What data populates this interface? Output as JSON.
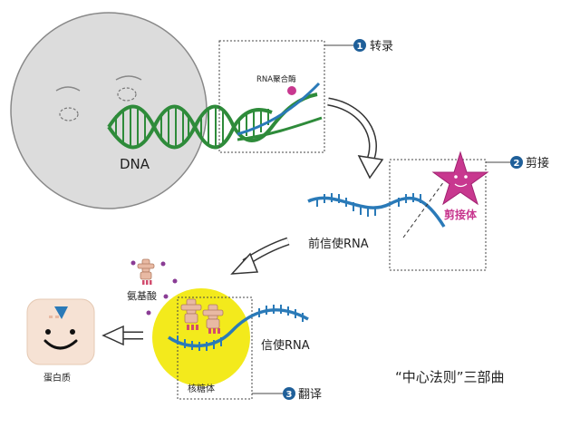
{
  "labels": {
    "dna": "DNA",
    "rna_polymerase": "RNA聚合酶",
    "pre_mrna": "前信使RNA",
    "mrna": "信使RNA",
    "spliceosome": "剪接体",
    "amino_acid": "氨基酸",
    "ribosome": "核糖体",
    "protein": "蛋白质",
    "caption": "“中心法则”三部曲"
  },
  "steps": [
    {
      "num": "1",
      "label": "转录"
    },
    {
      "num": "2",
      "label": "剪接"
    },
    {
      "num": "3",
      "label": "翻译"
    }
  ],
  "colors": {
    "dna_green": "#2e8b3a",
    "rna_blue": "#2a7ab8",
    "step_badge": "#1f5f99",
    "nucleus": "#d9d9d9",
    "ribosome": "#f3ea1c",
    "spliceosome": "#c8388f",
    "amino_acid": "#e8b9a3",
    "dot_purple": "#8a3c95"
  }
}
